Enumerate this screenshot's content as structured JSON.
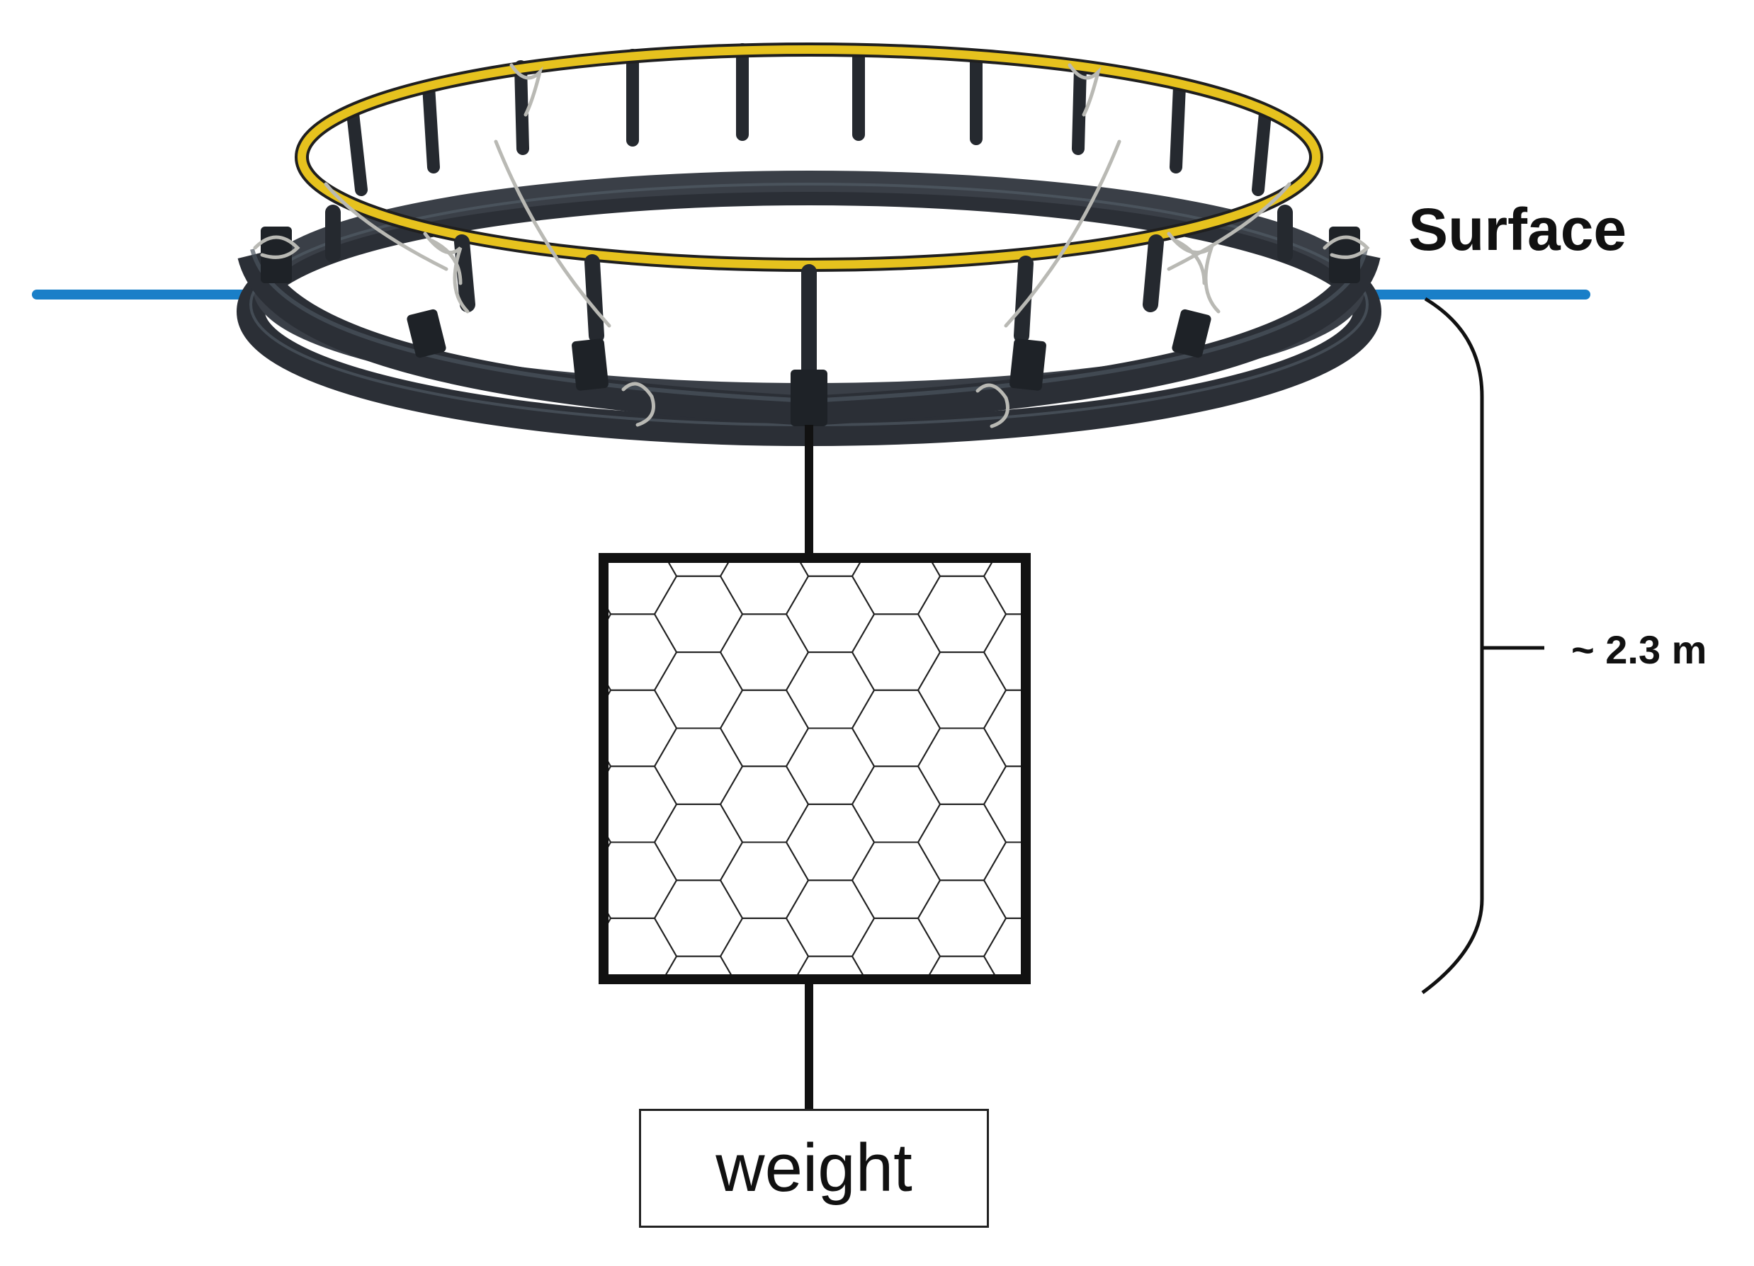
{
  "labels": {
    "surface": "Surface",
    "depth": "~ 2.3 m",
    "weight": "weight"
  },
  "colors": {
    "water_surface": "#1a7fc8",
    "ring_frame": "#2b2f36",
    "ring_rail": "#e6c21e",
    "rope": "#b9b9b4",
    "lines": "#111111"
  },
  "icons": {
    "ring": "floating-ring-frame",
    "net": "hexagonal-mesh-net",
    "bracket": "depth-brace"
  }
}
